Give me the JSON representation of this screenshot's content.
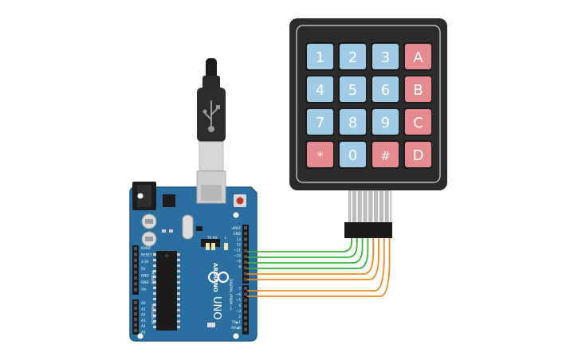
{
  "keypad": {
    "keys": [
      {
        "label": "1",
        "kind": "digit"
      },
      {
        "label": "2",
        "kind": "digit"
      },
      {
        "label": "3",
        "kind": "digit"
      },
      {
        "label": "A",
        "kind": "letter"
      },
      {
        "label": "4",
        "kind": "digit"
      },
      {
        "label": "5",
        "kind": "digit"
      },
      {
        "label": "6",
        "kind": "digit"
      },
      {
        "label": "B",
        "kind": "letter"
      },
      {
        "label": "7",
        "kind": "digit"
      },
      {
        "label": "8",
        "kind": "digit"
      },
      {
        "label": "9",
        "kind": "digit"
      },
      {
        "label": "C",
        "kind": "letter"
      },
      {
        "label": "*",
        "kind": "symbol"
      },
      {
        "label": "0",
        "kind": "digit"
      },
      {
        "label": "#",
        "kind": "symbol"
      },
      {
        "label": "D",
        "kind": "letter"
      }
    ]
  },
  "board": {
    "logo": "ARDUINO",
    "model": "UNO",
    "power_header_title": "POWER",
    "analog_header_title": "ANALOG IN",
    "digital_header_title": "DIGITAL (PWM ~)",
    "led_labels": [
      "TX",
      "RX",
      "L"
    ],
    "power_pins": [
      "IOREF",
      "RESET",
      "3.3V",
      "5V",
      "GND",
      "GND",
      "Vin"
    ],
    "analog_pins": [
      "A0",
      "A1",
      "A2",
      "A3",
      "A4",
      "A5"
    ],
    "digital_pins_top": [
      "AREF",
      "GND",
      "13",
      "12",
      "~11",
      "~10",
      "~9",
      "8"
    ],
    "digital_pins_bottom": [
      "7",
      "~6",
      "~5",
      "4",
      "~3",
      "2",
      "TX▶1",
      "RX◀0"
    ]
  },
  "colors": {
    "board": "#2a6fa0",
    "board_edge": "#1f5a86",
    "keypad_body": "#2b2b2b",
    "key_blue": "#9fcbe6",
    "key_red": "#e58b8f",
    "wire_green": "#3db33d",
    "wire_orange": "#f08a1c",
    "header": "#1b1b1b"
  }
}
